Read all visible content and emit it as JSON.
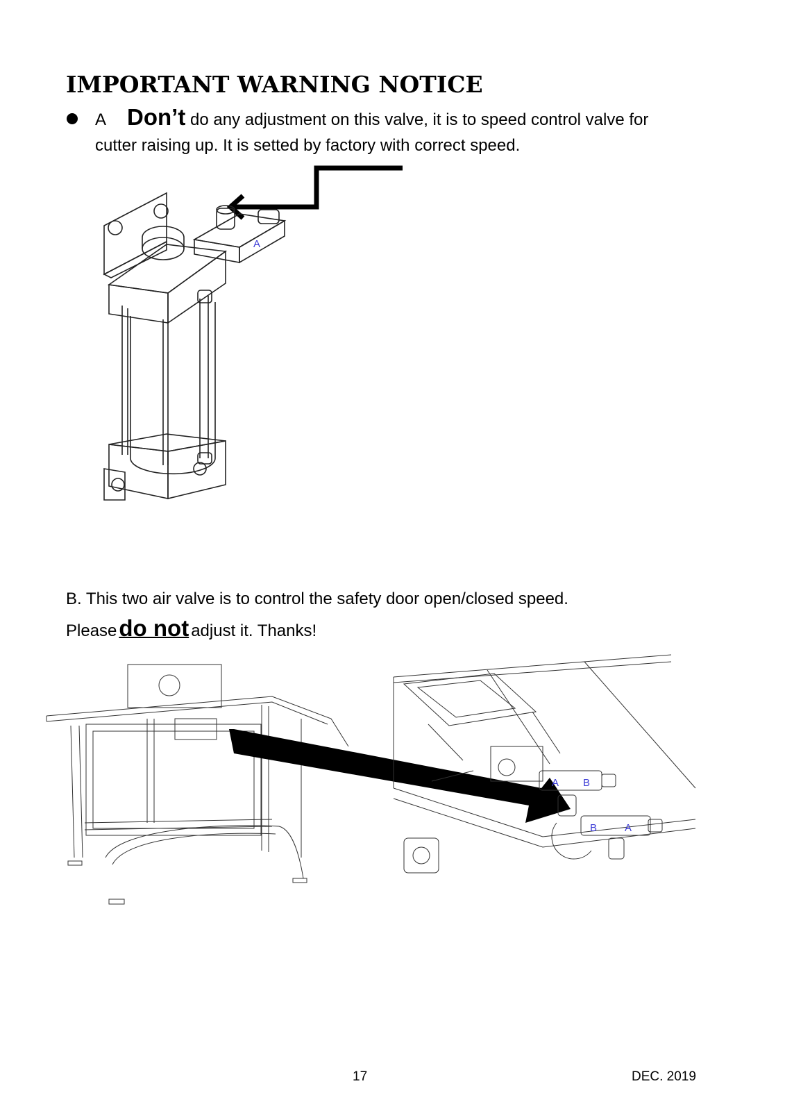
{
  "heading": "IMPORTANT WARNING NOTICE",
  "section_a": {
    "marker": "A",
    "emphasis": "Don’t",
    "line1_rest": "do any adjustment on this valve, it is to speed control valve for",
    "line2": "cutter raising up. It is setted by factory with correct speed."
  },
  "section_b": {
    "line1": "B.   This two air valve is to control the safety door open/closed speed.",
    "line2_pre": "Please",
    "emphasis": "do not",
    "line2_post": "adjust it. Thanks!"
  },
  "valve_labels": {
    "port_a": "A",
    "port_b": "B"
  },
  "footer": {
    "page_number": "17",
    "date": "DEC. 2019"
  }
}
